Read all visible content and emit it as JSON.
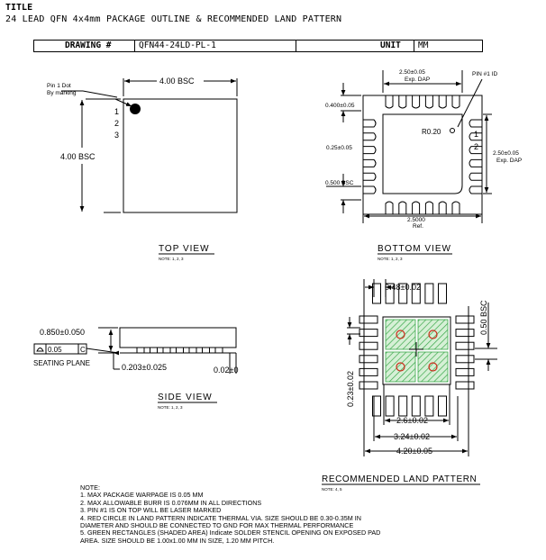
{
  "header": {
    "title_label": "TITLE",
    "title": "24 LEAD QFN 4x4mm PACKAGE OUTLINE & RECOMMENDED LAND PATTERN",
    "drawing_label": "DRAWING #",
    "drawing_value": "QFN44-24LD-PL-1",
    "unit_label": "UNIT",
    "unit_value": "MM"
  },
  "top_view": {
    "title": "TOP VIEW",
    "note": "NOTE: 1, 2, 3",
    "pin1_label_line1": "Pin 1 Dot",
    "pin1_label_line2": "By marking",
    "width_dim": "4.00 BSC",
    "height_dim": "4.00 BSC",
    "pins": [
      "1",
      "2",
      "3"
    ]
  },
  "bottom_view": {
    "title": "BOTTOM VIEW",
    "note": "NOTE: 1, 2, 3",
    "pin1_id": "PIN #1 ID",
    "exp_dap_w_line1": "2.50±0.05",
    "exp_dap_w_line2": "Exp. DAP",
    "exp_dap_h_line1": "2.50±0.05",
    "exp_dap_h_line2": "Exp. DAP",
    "lead_len": "0.400±0.05",
    "lead_w": "0.25±0.05",
    "pitch": "0.500 BSC",
    "radius": "R0.20",
    "ref_line1": "2.5000",
    "ref_line2": "Ref.",
    "pins": [
      "1",
      "2"
    ]
  },
  "side_view": {
    "title": "SIDE VIEW",
    "note": "NOTE: 1, 2, 3",
    "height": "0.850±0.050",
    "flatness": "0.05",
    "datum": "C",
    "seating_plane": "SEATING PLANE",
    "standoff": "0.203±0.025",
    "lead_thk": "0.02±0"
  },
  "land_pattern": {
    "title": "RECOMMENDED LAND PATTERN",
    "note": "NOTE: 4, 5",
    "pad_w": "0.48±0.02",
    "pitch": "0.50 BSC",
    "pad_h": "0.23±0.02",
    "dap": "2.6±0.02",
    "inner": "3.24±0.02",
    "outer": "4.20±0.05"
  },
  "notes": {
    "heading": "NOTE:",
    "lines": [
      "1. MAX PACKAGE WARPAGE IS 0.05 MM",
      "2. MAX ALLOWABLE BURR IS 0.076MM  IN ALL DIRECTIONS",
      "3. PIN #1 IS ON TOP WILL BE LASER MARKED",
      "4. RED CIRCLE IN LAND PATTERN INDICATE THERMAL VIA. SIZE SHOULD BE 0.30-0.35M IN",
      "DIAMETER AND SHOULD BE CONNECTED TO GND FOR MAX THERMAL PERFORMANCE",
      "5. GREEN RECTANGLES (SHADED AREA) Indicate SOLDER STENCIL OPENING ON EXPOSED PAD",
      "AREA.   SIZE SHOULD BE 1.00x1.00 MM IN SIZE, 1.20 MM PITCH."
    ]
  },
  "colors": {
    "via": "#cc2a1a",
    "stencil": "#3aa84a"
  }
}
